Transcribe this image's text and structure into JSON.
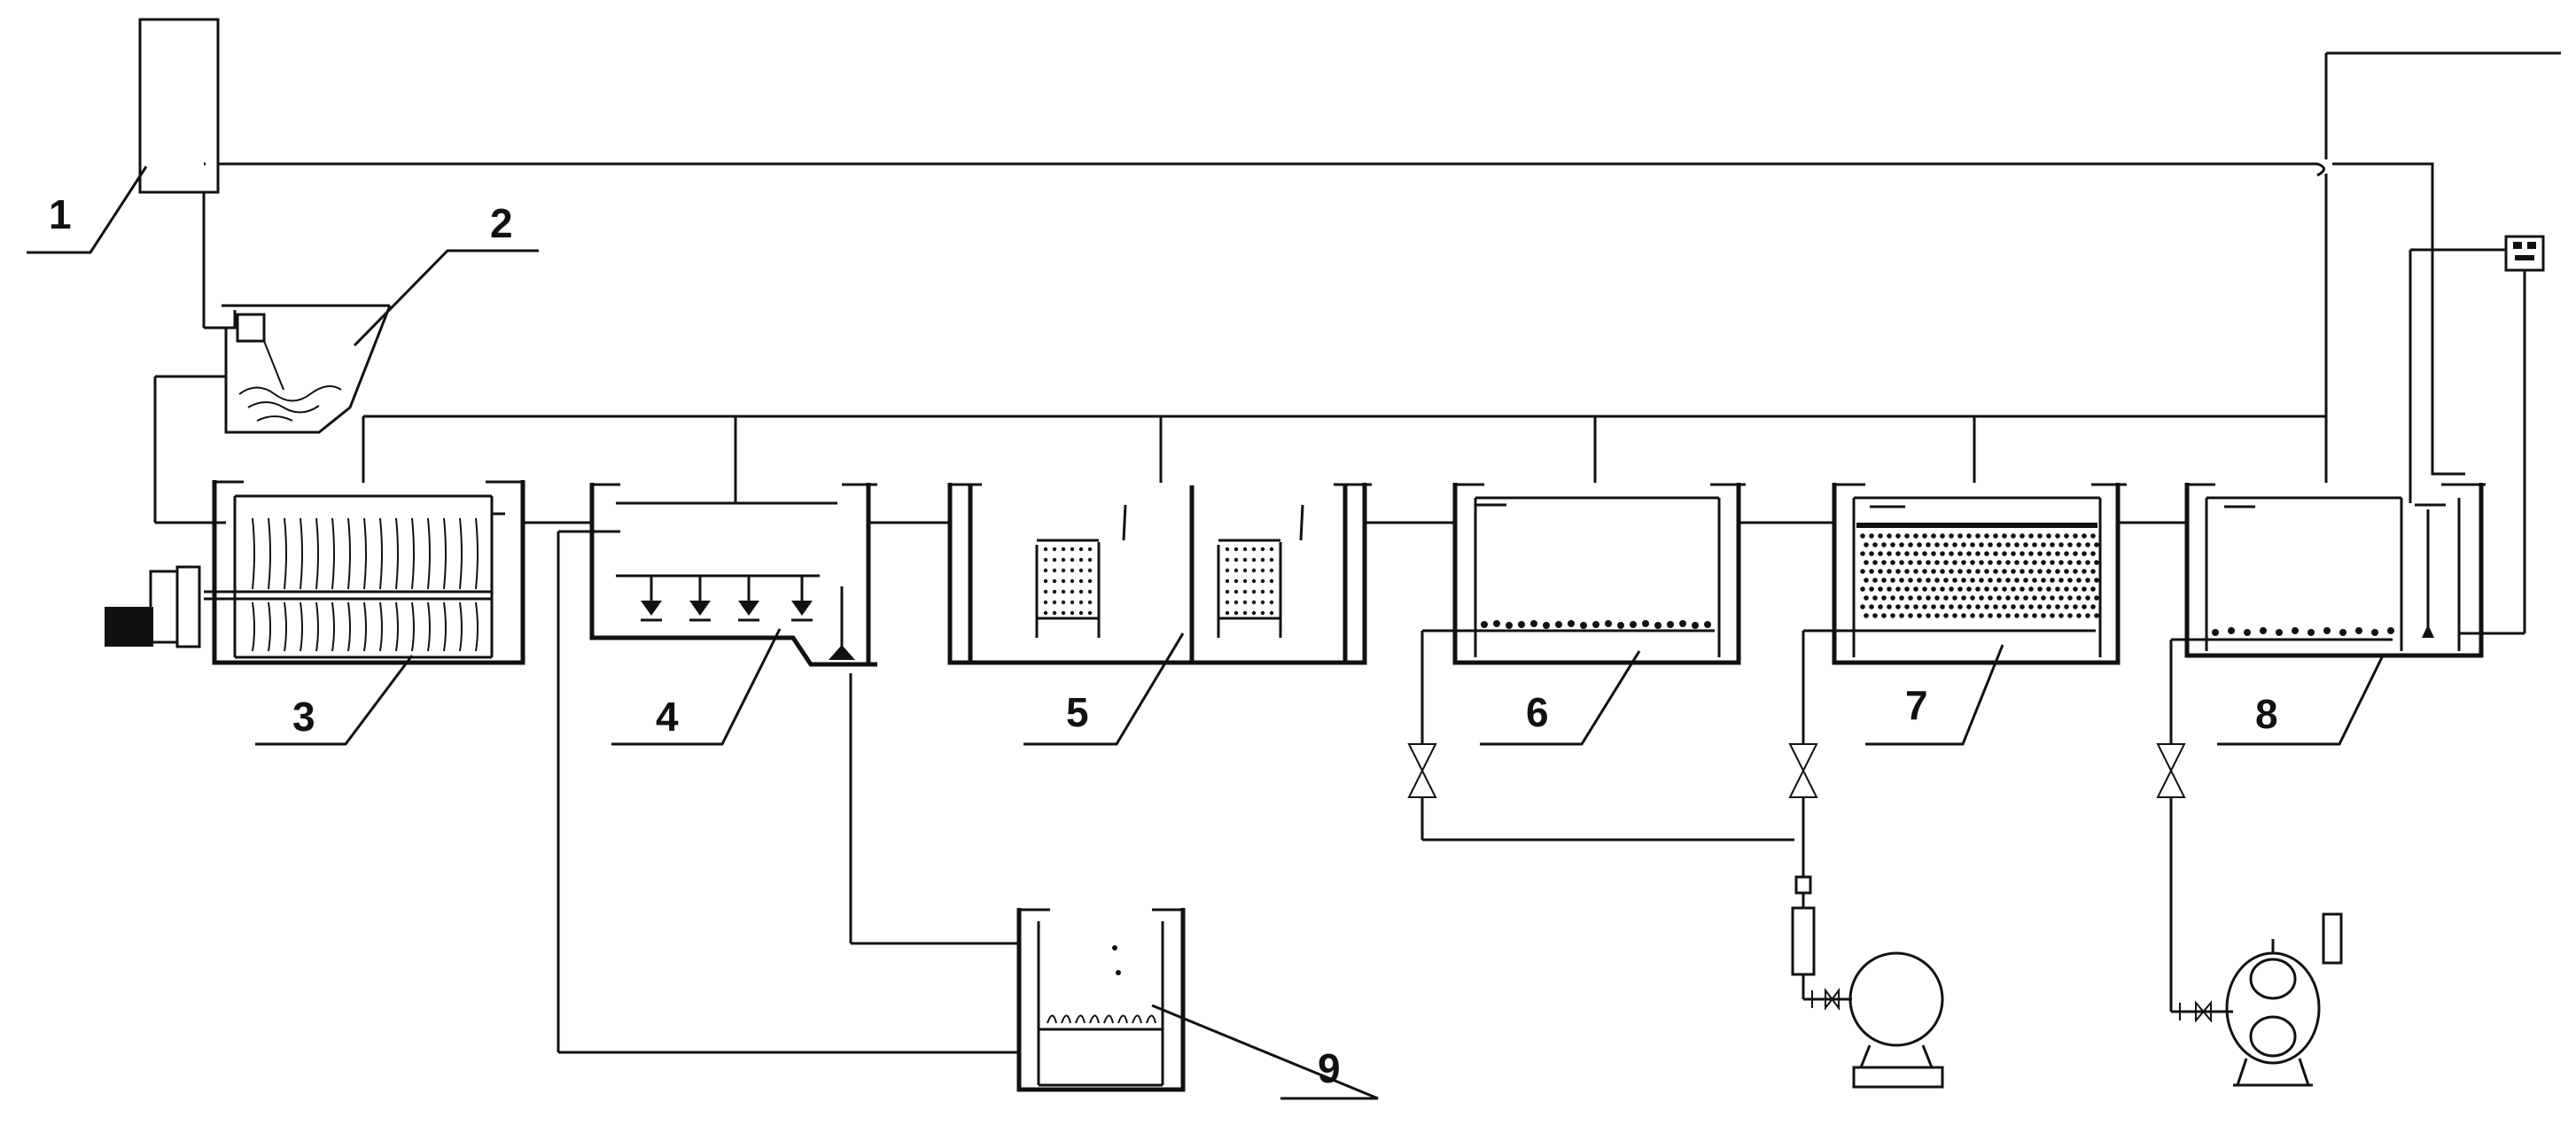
{
  "components": [
    {
      "id": "1",
      "label": "1"
    },
    {
      "id": "2",
      "label": "2"
    },
    {
      "id": "3",
      "label": "3"
    },
    {
      "id": "4",
      "label": "4"
    },
    {
      "id": "5",
      "label": "5"
    },
    {
      "id": "6",
      "label": "6"
    },
    {
      "id": "7",
      "label": "7"
    },
    {
      "id": "8",
      "label": "8"
    },
    {
      "id": "9",
      "label": "9"
    }
  ],
  "colors": {
    "line": "#111111",
    "background": "#ffffff"
  }
}
